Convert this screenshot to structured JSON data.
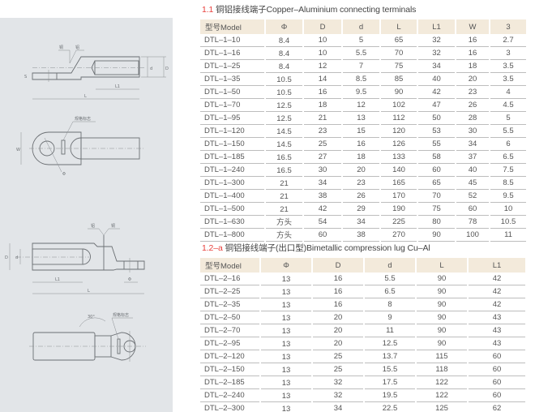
{
  "section1": {
    "number": "1.1",
    "title": "铜铝接线端子Copper–Aluminium connecting terminals",
    "headers": [
      "型号Model",
      "Φ",
      "D",
      "d",
      "L",
      "L1",
      "W",
      "3"
    ],
    "rows": [
      [
        "DTL–1–10",
        "8.4",
        "10",
        "5",
        "65",
        "32",
        "16",
        "2.7"
      ],
      [
        "DTL–1–16",
        "8.4",
        "10",
        "5.5",
        "70",
        "32",
        "16",
        "3"
      ],
      [
        "DTL–1–25",
        "8.4",
        "12",
        "7",
        "75",
        "34",
        "18",
        "3.5"
      ],
      [
        "DTL–1–35",
        "10.5",
        "14",
        "8.5",
        "85",
        "40",
        "20",
        "3.5"
      ],
      [
        "DTL–1–50",
        "10.5",
        "16",
        "9.5",
        "90",
        "42",
        "23",
        "4"
      ],
      [
        "DTL–1–70",
        "12.5",
        "18",
        "12",
        "102",
        "47",
        "26",
        "4.5"
      ],
      [
        "DTL–1–95",
        "12.5",
        "21",
        "13",
        "112",
        "50",
        "28",
        "5"
      ],
      [
        "DTL–1–120",
        "14.5",
        "23",
        "15",
        "120",
        "53",
        "30",
        "5.5"
      ],
      [
        "DTL–1–150",
        "14.5",
        "25",
        "16",
        "126",
        "55",
        "34",
        "6"
      ],
      [
        "DTL–1–185",
        "16.5",
        "27",
        "18",
        "133",
        "58",
        "37",
        "6.5"
      ],
      [
        "DTL–1–240",
        "16.5",
        "30",
        "20",
        "140",
        "60",
        "40",
        "7.5"
      ],
      [
        "DTL–1–300",
        "21",
        "34",
        "23",
        "165",
        "65",
        "45",
        "8.5"
      ],
      [
        "DTL–1–400",
        "21",
        "38",
        "26",
        "170",
        "70",
        "52",
        "9.5"
      ],
      [
        "DTL–1–500",
        "21",
        "42",
        "29",
        "190",
        "75",
        "60",
        "10"
      ],
      [
        "DTL–1–630",
        "方头",
        "54",
        "34",
        "225",
        "80",
        "78",
        "10.5"
      ],
      [
        "DTL–1–800",
        "方头",
        "60",
        "38",
        "270",
        "90",
        "100",
        "11"
      ]
    ]
  },
  "section2": {
    "number": "1.2–a",
    "title": " 铜铝接线端子(出口型)Bimetallic compression lug Cu–Al",
    "headers": [
      "型号Model",
      "Φ",
      "D",
      "d",
      "L",
      "L1"
    ],
    "rows": [
      [
        "DTL–2–16",
        "13",
        "16",
        "5.5",
        "90",
        "42"
      ],
      [
        "DTL–2–25",
        "13",
        "16",
        "6.5",
        "90",
        "42"
      ],
      [
        "DTL–2–35",
        "13",
        "16",
        "8",
        "90",
        "42"
      ],
      [
        "DTL–2–50",
        "13",
        "20",
        "9",
        "90",
        "43"
      ],
      [
        "DTL–2–70",
        "13",
        "20",
        "11",
        "90",
        "43"
      ],
      [
        "DTL–2–95",
        "13",
        "20",
        "12.5",
        "90",
        "43"
      ],
      [
        "DTL–2–120",
        "13",
        "25",
        "13.7",
        "115",
        "60"
      ],
      [
        "DTL–2–150",
        "13",
        "25",
        "15.5",
        "118",
        "60"
      ],
      [
        "DTL–2–185",
        "13",
        "32",
        "17.5",
        "122",
        "60"
      ],
      [
        "DTL–2–240",
        "13",
        "32",
        "19.5",
        "122",
        "60"
      ],
      [
        "DTL–2–300",
        "13",
        "34",
        "22.5",
        "125",
        "62"
      ]
    ]
  },
  "drawings": {
    "fig1": {
      "label_copper": "铜",
      "label_aluminium": "铝",
      "dim_s": "S",
      "dim_d": "d",
      "dim_D": "D",
      "dim_L1": "L1",
      "dim_L": "L"
    },
    "fig2": {
      "label_spec_mark": "规格标志",
      "dim_W": "W",
      "dim_phi": "Φ"
    },
    "fig3": {
      "label_aluminium": "铝",
      "label_copper": "铜",
      "dim_D": "D",
      "dim_d": "d",
      "dim_L1": "L1",
      "dim_L": "L",
      "dim_phi": "Φ"
    },
    "fig4": {
      "angle": "30°",
      "label_spec_mark": "规格标志"
    }
  }
}
